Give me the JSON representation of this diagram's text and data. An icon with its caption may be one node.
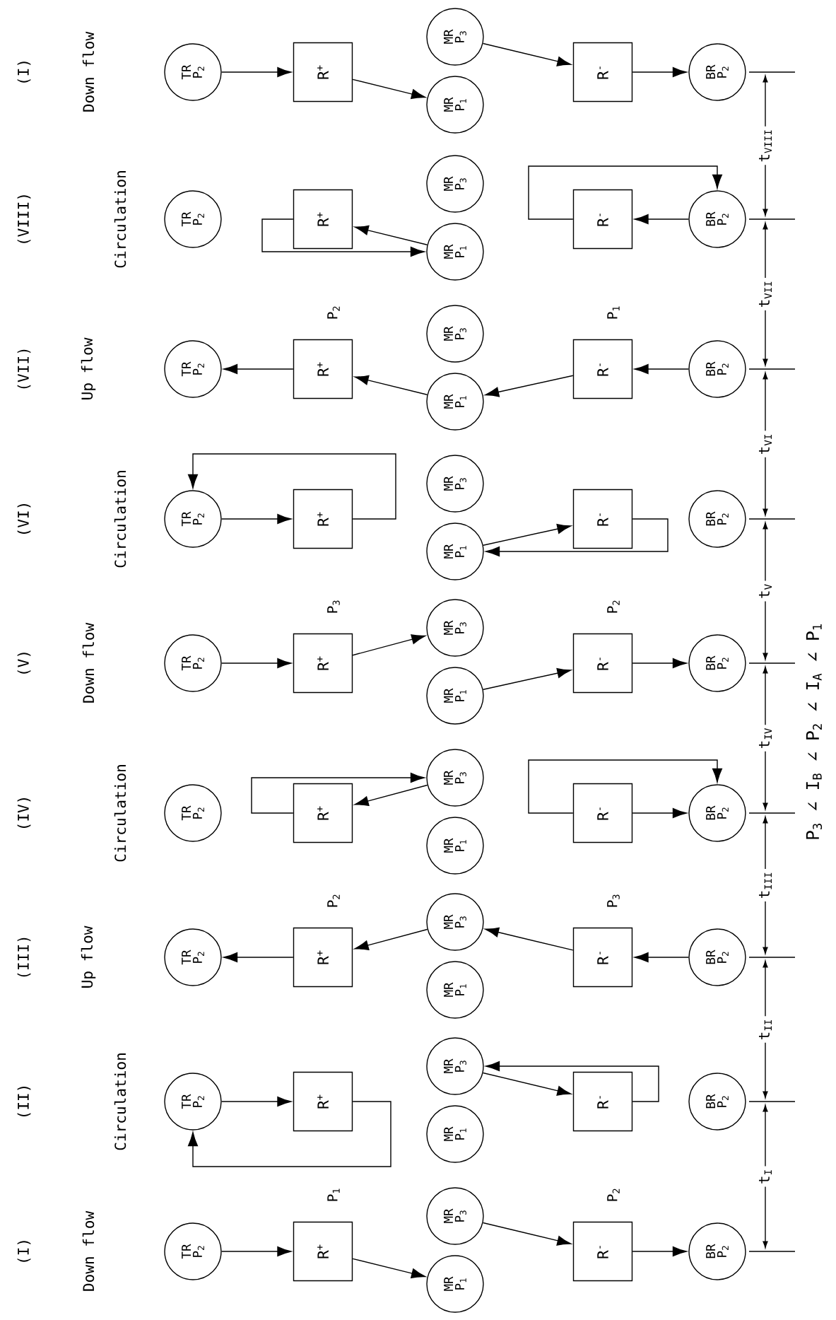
{
  "diagram": {
    "nodes": [
      {
        "text": [
          "TR",
          "P$_{2}$"
        ]
      },
      {
        "text": [
          "R$^{+}$"
        ],
        "beside": [
          "P$_{1}$"
        ]
      },
      {
        "text": [
          "MR",
          "P$_{1}$"
        ]
      },
      {
        "text": [
          "MR",
          "P$_{3}$"
        ]
      },
      {
        "text": [
          "R$^{-}$"
        ],
        "beside": [
          "P$_{2}$"
        ]
      },
      {
        "text": [
          "BR",
          "P$_{2}$"
        ]
      },
      {
        "text": [
          "TR",
          "P$_{2}$"
        ]
      },
      {
        "text": [
          "R$^{+}$"
        ]
      },
      {
        "text": [
          "MR",
          "P$_{1}$"
        ]
      },
      {
        "text": [
          "MR",
          "P$_{3}$"
        ]
      },
      {
        "text": [
          "R$^{-}$"
        ]
      },
      {
        "text": [
          "BR",
          "P$_{2}$"
        ]
      },
      {
        "text": [
          "TR",
          "P$_{2}$"
        ]
      },
      {
        "text": [
          "R$^{+}$"
        ],
        "beside": [
          "P$_{2}$"
        ]
      },
      {
        "text": [
          "MR",
          "P$_{1}$"
        ]
      },
      {
        "text": [
          "MR",
          "P$_{3}$"
        ]
      },
      {
        "text": [
          "R$^{-}$"
        ],
        "beside": [
          "P$_{3}$"
        ]
      },
      {
        "text": [
          "BR",
          "P$_{2}$"
        ]
      },
      {
        "text": [
          "TR",
          "P$_{2}$"
        ]
      },
      {
        "text": [
          "R$^{+}$"
        ]
      },
      {
        "text": [
          "MR",
          "P$_{1}$"
        ]
      },
      {
        "text": [
          "MR",
          "P$_{3}$"
        ]
      },
      {
        "text": [
          "R$^{-}$"
        ]
      },
      {
        "text": [
          "BR",
          "P$_{2}$"
        ]
      },
      {
        "text": [
          "TR",
          "P$_{2}$"
        ]
      },
      {
        "text": [
          "R$^{+}$"
        ],
        "beside": [
          "P$_{3}$"
        ]
      },
      {
        "text": [
          "MR",
          "P$_{1}$"
        ]
      },
      {
        "text": [
          "MR",
          "P$_{3}$"
        ]
      },
      {
        "text": [
          "R$^{-}$"
        ],
        "beside": [
          "P$_{2}$"
        ]
      },
      {
        "text": [
          "BR",
          "P$_{2}$"
        ]
      },
      {
        "text": [
          "TR",
          "P$_{2}$"
        ]
      },
      {
        "text": [
          "R$^{+}$"
        ]
      },
      {
        "text": [
          "MR",
          "P$_{1}$"
        ]
      },
      {
        "text": [
          "MR",
          "P$_{3}$"
        ]
      },
      {
        "text": [
          "R$^{-}$"
        ]
      },
      {
        "text": [
          "BR",
          "P$_{2}$"
        ]
      },
      {
        "text": [
          "TR",
          "P$_{2}$"
        ]
      },
      {
        "text": [
          "R$^{+}$"
        ],
        "beside": [
          "P$_{2}$"
        ]
      },
      {
        "text": [
          "MR",
          "P$_{1}$"
        ]
      },
      {
        "text": [
          "MR",
          "P$_{3}$"
        ]
      },
      {
        "text": [
          "R$^{-}$"
        ],
        "beside": [
          "P$_{1}$"
        ]
      },
      {
        "text": [
          "BR",
          "P$_{2}$"
        ]
      },
      {
        "text": [
          "TR",
          "P$_{2}$"
        ]
      },
      {
        "text": [
          "R$^{+}$"
        ]
      },
      {
        "text": [
          "MR",
          "P$_{1}$"
        ]
      },
      {
        "text": [
          "MR",
          "P$_{3}$"
        ]
      },
      {
        "text": [
          "R$^{-}$"
        ]
      },
      {
        "text": [
          "BR",
          "P$_{2}$"
        ]
      },
      {
        "text": [
          "TR",
          "P$_{2}$"
        ]
      },
      {
        "text": [
          "R$^{+}$"
        ]
      },
      {
        "text": [
          "MR",
          "P$_{1}$"
        ]
      },
      {
        "text": [
          "MR",
          "P$_{3}$"
        ]
      },
      {
        "text": [
          "R$^{-}$"
        ]
      },
      {
        "text": [
          "BR",
          "P$_{2}$"
        ]
      }
    ],
    "edges": [
      {
        "from": 0,
        "to": 1,
        "arrow": "to"
      },
      {
        "from": 1,
        "to": 2,
        "arrow": "to"
      },
      {
        "from": 3,
        "to": 4,
        "arrow": "to"
      },
      {
        "from": 4,
        "to": 5,
        "arrow": "to"
      },
      {
        "from": 6,
        "to": 7,
        "arrow": "to"
      },
      {
        "from": 7,
        "to": 6,
        "arrow": "to"
      },
      {
        "from": 9,
        "to": 10,
        "arrow": "to"
      },
      {
        "from": 10,
        "to": 9,
        "arrow": "to"
      },
      {
        "from": 17,
        "to": 16,
        "arrow": "to"
      },
      {
        "from": 16,
        "to": 15,
        "arrow": "to"
      },
      {
        "from": 15,
        "to": 13,
        "arrow": "to"
      },
      {
        "from": 13,
        "to": 12,
        "arrow": "to"
      },
      {
        "from": 21,
        "to": 19,
        "arrow": "to"
      },
      {
        "from": 19,
        "to": 21,
        "arrow": "to"
      },
      {
        "from": 22,
        "to": 23,
        "arrow": "to"
      },
      {
        "from": 22,
        "to": 23,
        "arrow": "to"
      },
      {
        "from": 24,
        "to": 25,
        "arrow": "to"
      },
      {
        "from": 25,
        "to": 27,
        "arrow": "to"
      },
      {
        "from": 26,
        "to": 28,
        "arrow": "to"
      },
      {
        "from": 28,
        "to": 29,
        "arrow": "to"
      },
      {
        "from": 30,
        "to": 31,
        "arrow": "to"
      },
      {
        "from": 31,
        "to": 30,
        "arrow": "to"
      },
      {
        "from": 32,
        "to": 34,
        "arrow": "to"
      },
      {
        "from": 34,
        "to": 32,
        "arrow": "to"
      },
      {
        "from": 41,
        "to": 40,
        "arrow": "to"
      },
      {
        "from": 40,
        "to": 38,
        "arrow": "to"
      },
      {
        "from": 38,
        "to": 37,
        "arrow": "to"
      },
      {
        "from": 37,
        "to": 36,
        "arrow": "to"
      },
      {
        "from": 44,
        "to": 43,
        "arrow": "to"
      },
      {
        "from": 43,
        "to": 44,
        "arrow": "to"
      },
      {
        "from": 47,
        "to": 46,
        "arrow": "to"
      },
      {
        "from": 46,
        "to": 47,
        "arrow": "to"
      },
      {
        "from": 48,
        "to": 49,
        "arrow": "to"
      },
      {
        "from": 49,
        "to": 50,
        "arrow": "to"
      },
      {
        "from": 51,
        "to": 52,
        "arrow": "to"
      },
      {
        "from": 52,
        "to": 53,
        "arrow": "to"
      }
    ],
    "labels": [
      "(I)",
      "(II)",
      "(III)",
      "(IV)",
      "(V)",
      "(VI)",
      "(VII)",
      "(VIII)",
      "(I)",
      "Down flow",
      "Up flow",
      "Down flow",
      "Up flow",
      "Down flow",
      "Circulation",
      "Circulation",
      "Circulation",
      "Circulation",
      "t$_{I}$",
      "t$_{II}$",
      "t$_{III}$",
      "t$_{IV}$",
      "t$_{V}$",
      "t$_{VI}$",
      "t$_{VII}$",
      "t$_{VIII}$",
      "P$_{3}$ ∠ I$_{B}$ ∠ P$_{2}$ ∠ I$_{A}$ ∠ P$_{1}$"
    ]
  }
}
